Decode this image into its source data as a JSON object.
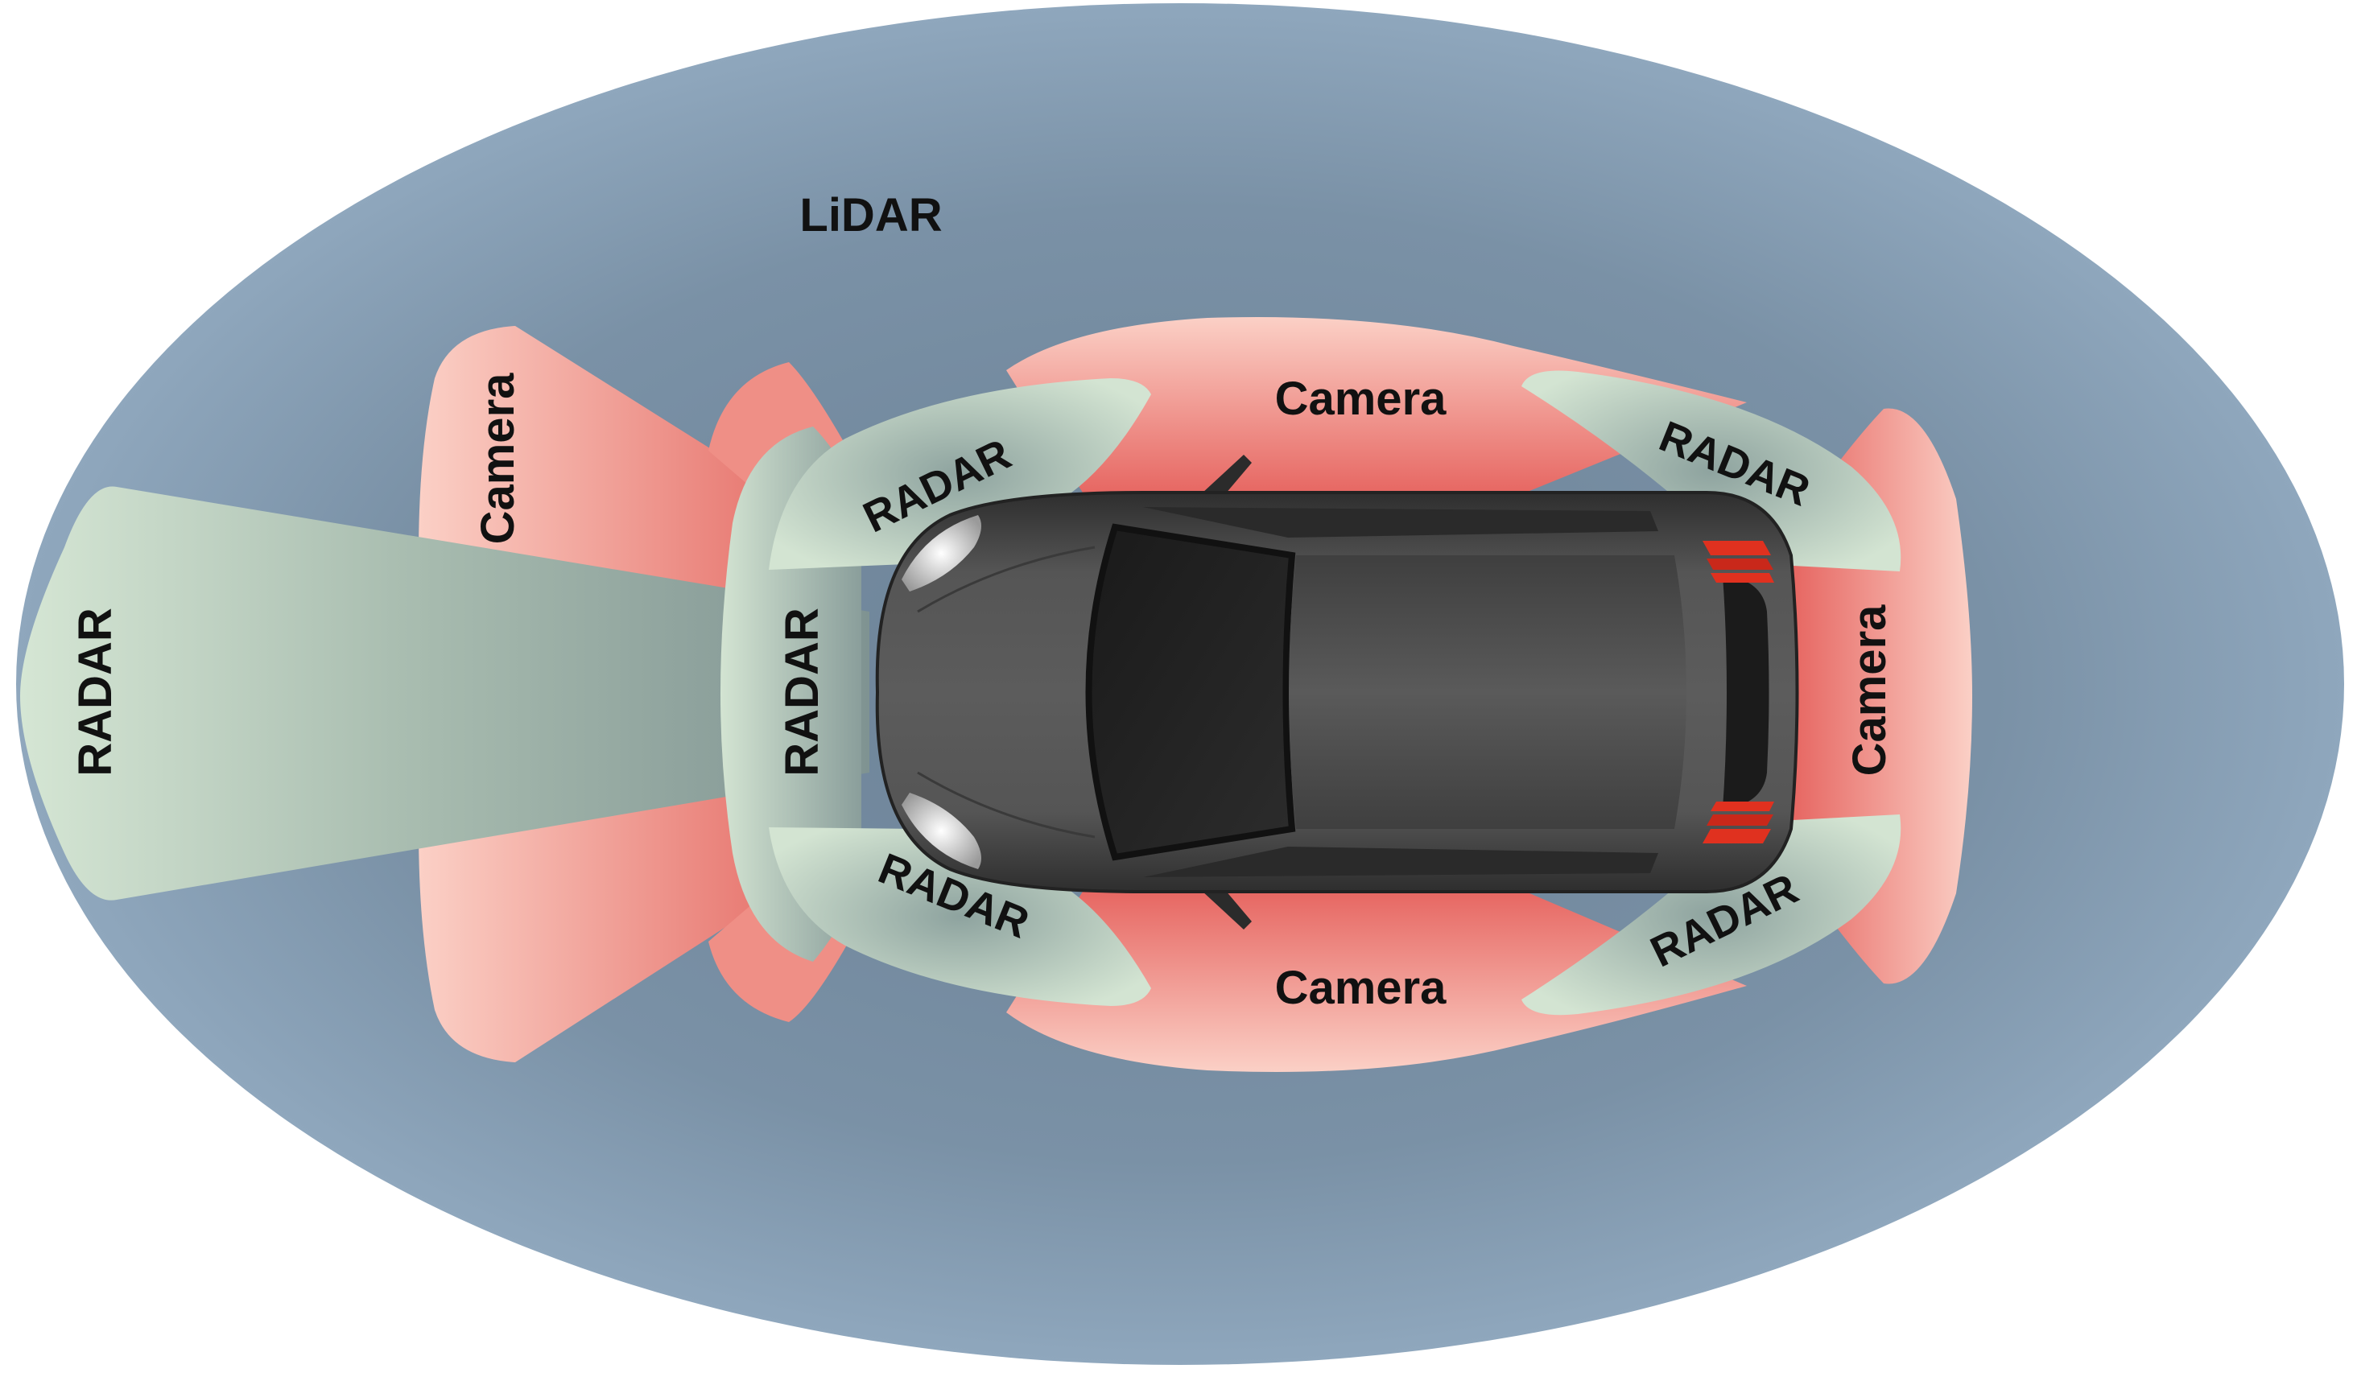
{
  "diagram": {
    "lidar_label": "LiDAR",
    "long_range_radar_label": "RADAR",
    "front_wide_camera_label": "Camera",
    "front_radar_label": "RADAR",
    "front_left_radar_label": "RADAR",
    "front_right_radar_label": "RADAR",
    "left_camera_label": "Camera",
    "right_camera_label": "Camera",
    "rear_left_radar_label": "RADAR",
    "rear_right_radar_label": "RADAR",
    "rear_camera_label": "Camera"
  },
  "colors": {
    "lidar_center": "#6b8196",
    "lidar_edge": "#8ca4bb",
    "camera_strong": "#e5605c",
    "camera_light": "#fbd0c6",
    "radar_dark": "#7e9390",
    "radar_light": "#d4e5d3",
    "car_body": "#4a4a4a",
    "tail_light": "#e0311f"
  }
}
